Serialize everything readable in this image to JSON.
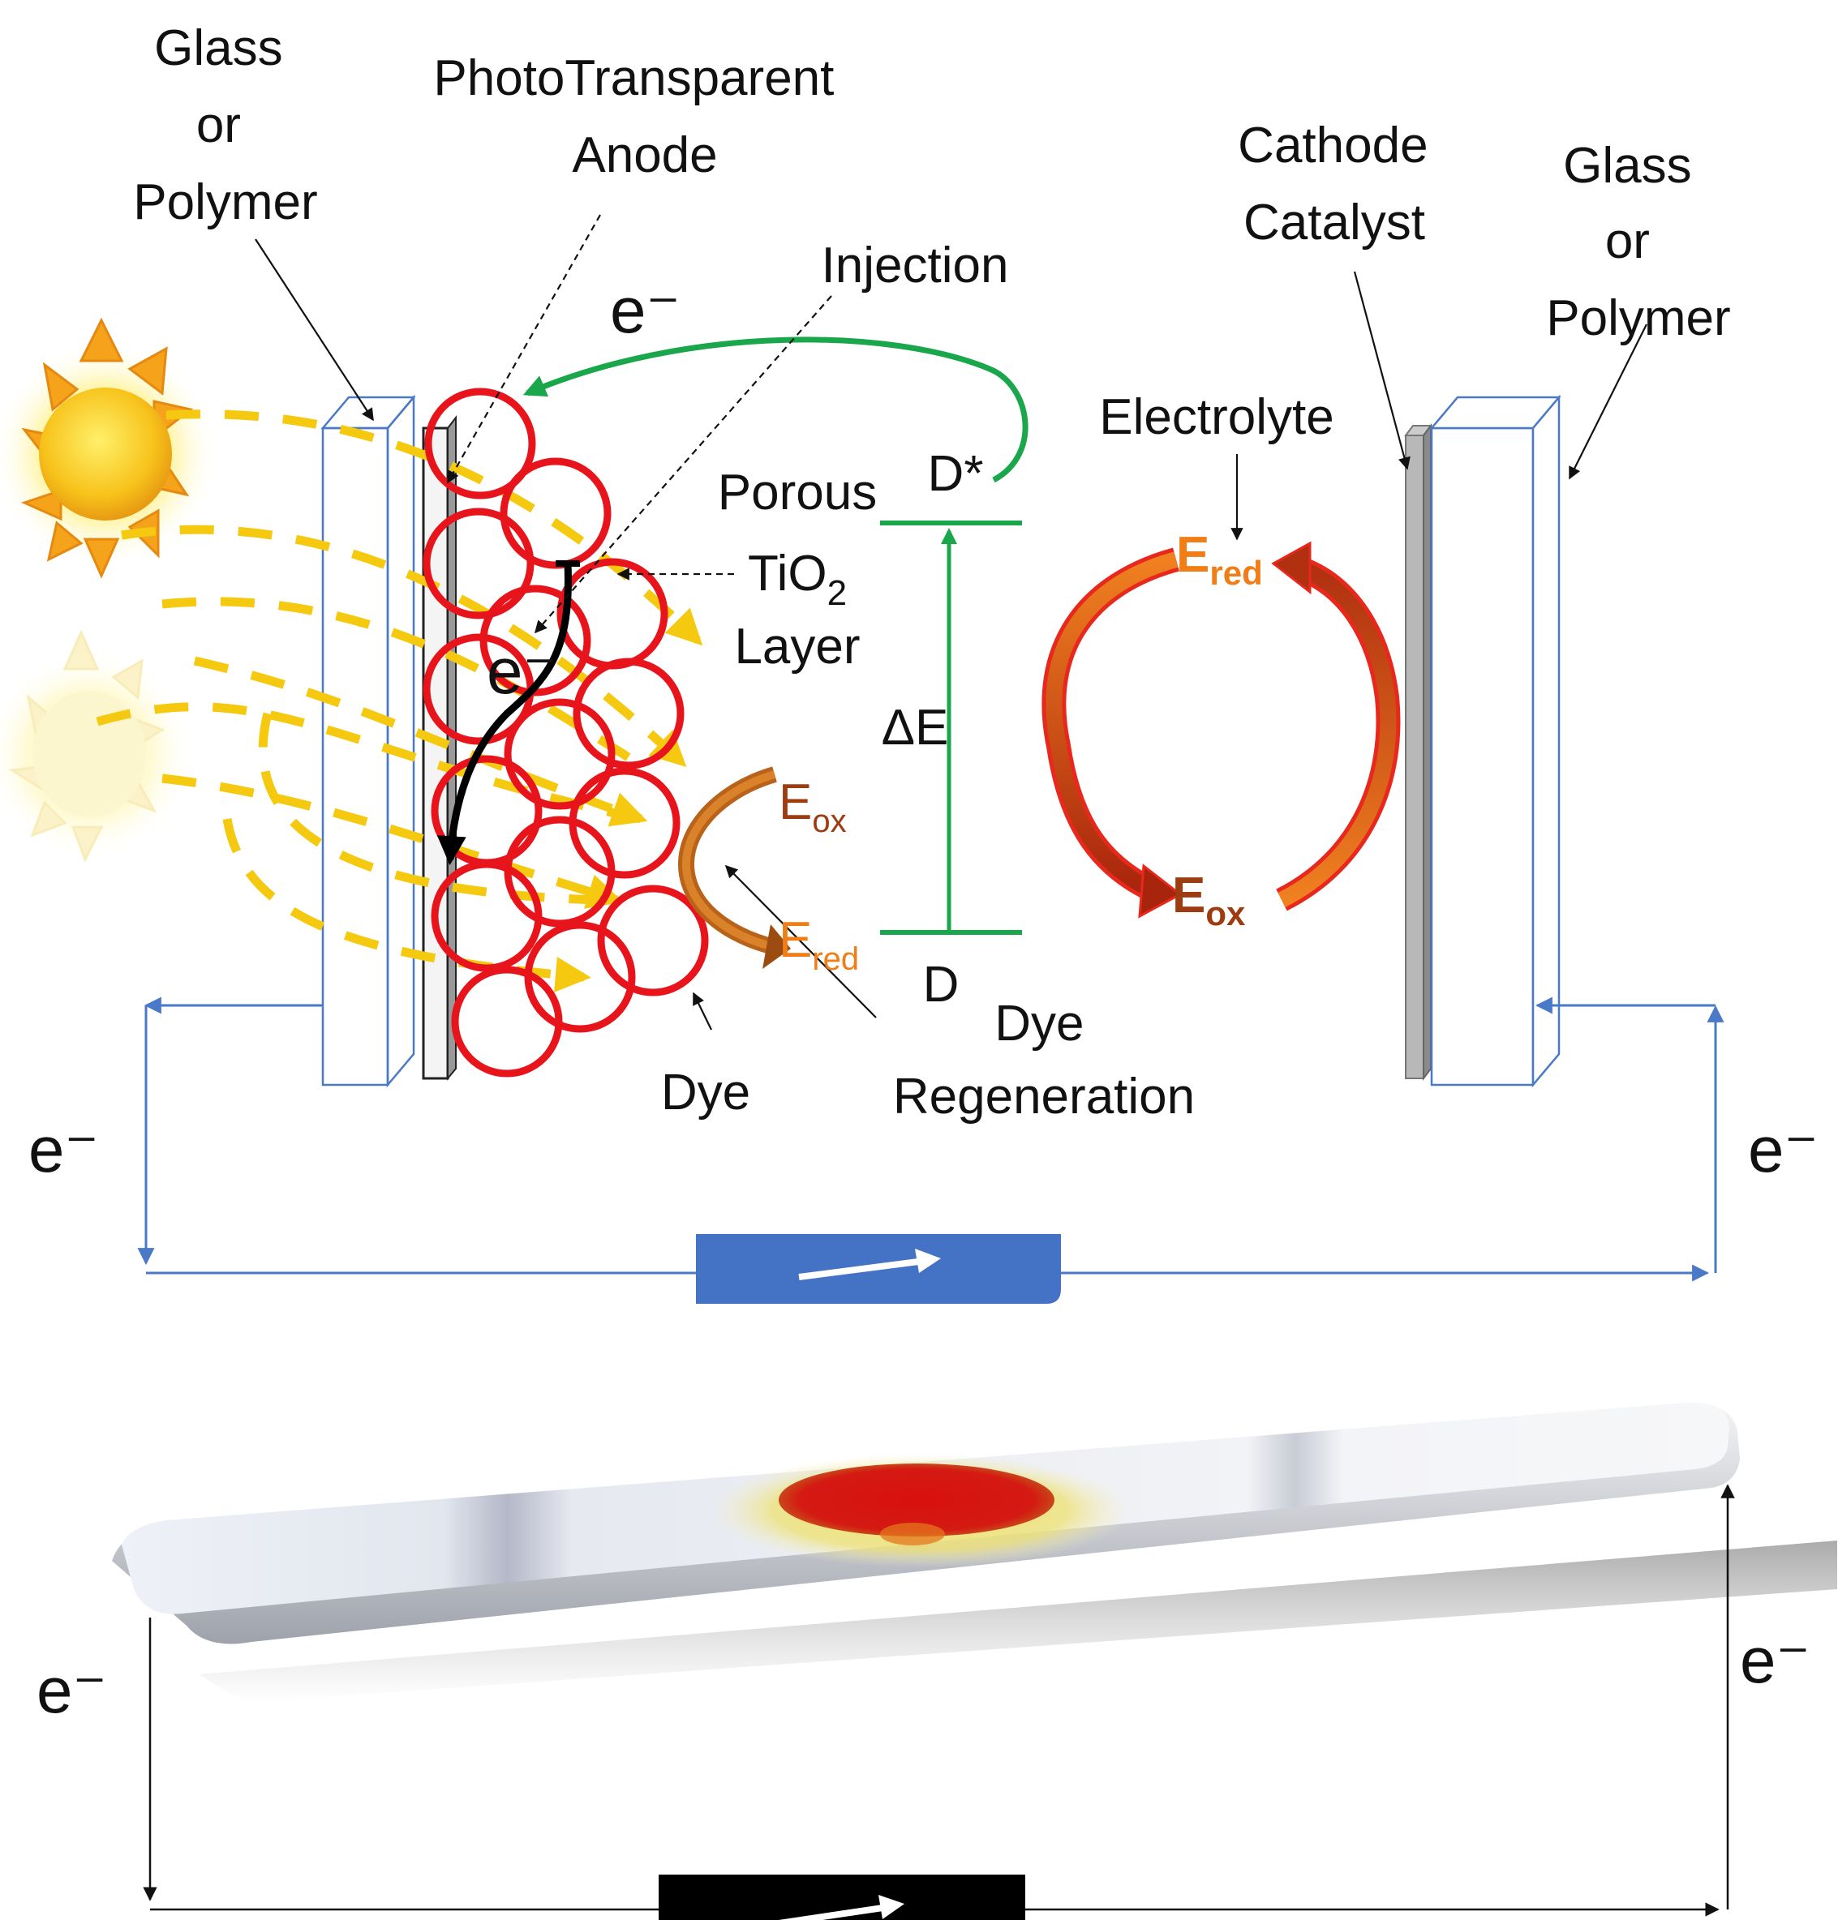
{
  "labels": {
    "glass_left": [
      "Glass",
      "or",
      "Polymer"
    ],
    "photo_anode": [
      "PhotoTransparent",
      "Anode"
    ],
    "injection": "Injection",
    "porous": "Porous",
    "tio2_ti": "TiO",
    "tio2_sub": "2",
    "layer": "Layer",
    "electrolyte": "Electrolyte",
    "cathode": [
      "Cathode",
      "Catalyst"
    ],
    "glass_right": [
      "Glass",
      "or",
      "Polymer"
    ],
    "d_star": "D*",
    "d": "D",
    "delta_e": "ΔE",
    "dye_left": "Dye",
    "dye_regen": [
      "Dye",
      "Regeneration"
    ],
    "e_minus": "e⁻",
    "e_letter": "E",
    "sub_ox": "ox",
    "sub_red": "red"
  },
  "colors": {
    "particle": "#e8141c",
    "light_ray": "#f4c90f",
    "green_arrow": "#1aa64a",
    "wire": "#4a79c7",
    "load_blue": "#4472c4",
    "load_black": "#000000",
    "redox_arrow": "#c94a1a",
    "regen_arrow": "#9c4c10",
    "e_ox_text": "#9c3c10",
    "e_red_text": "#f07d16"
  },
  "icons": [
    "sun-icon",
    "faded-sun-icon",
    "resistor-load-icon",
    "glass-slide-photo"
  ]
}
